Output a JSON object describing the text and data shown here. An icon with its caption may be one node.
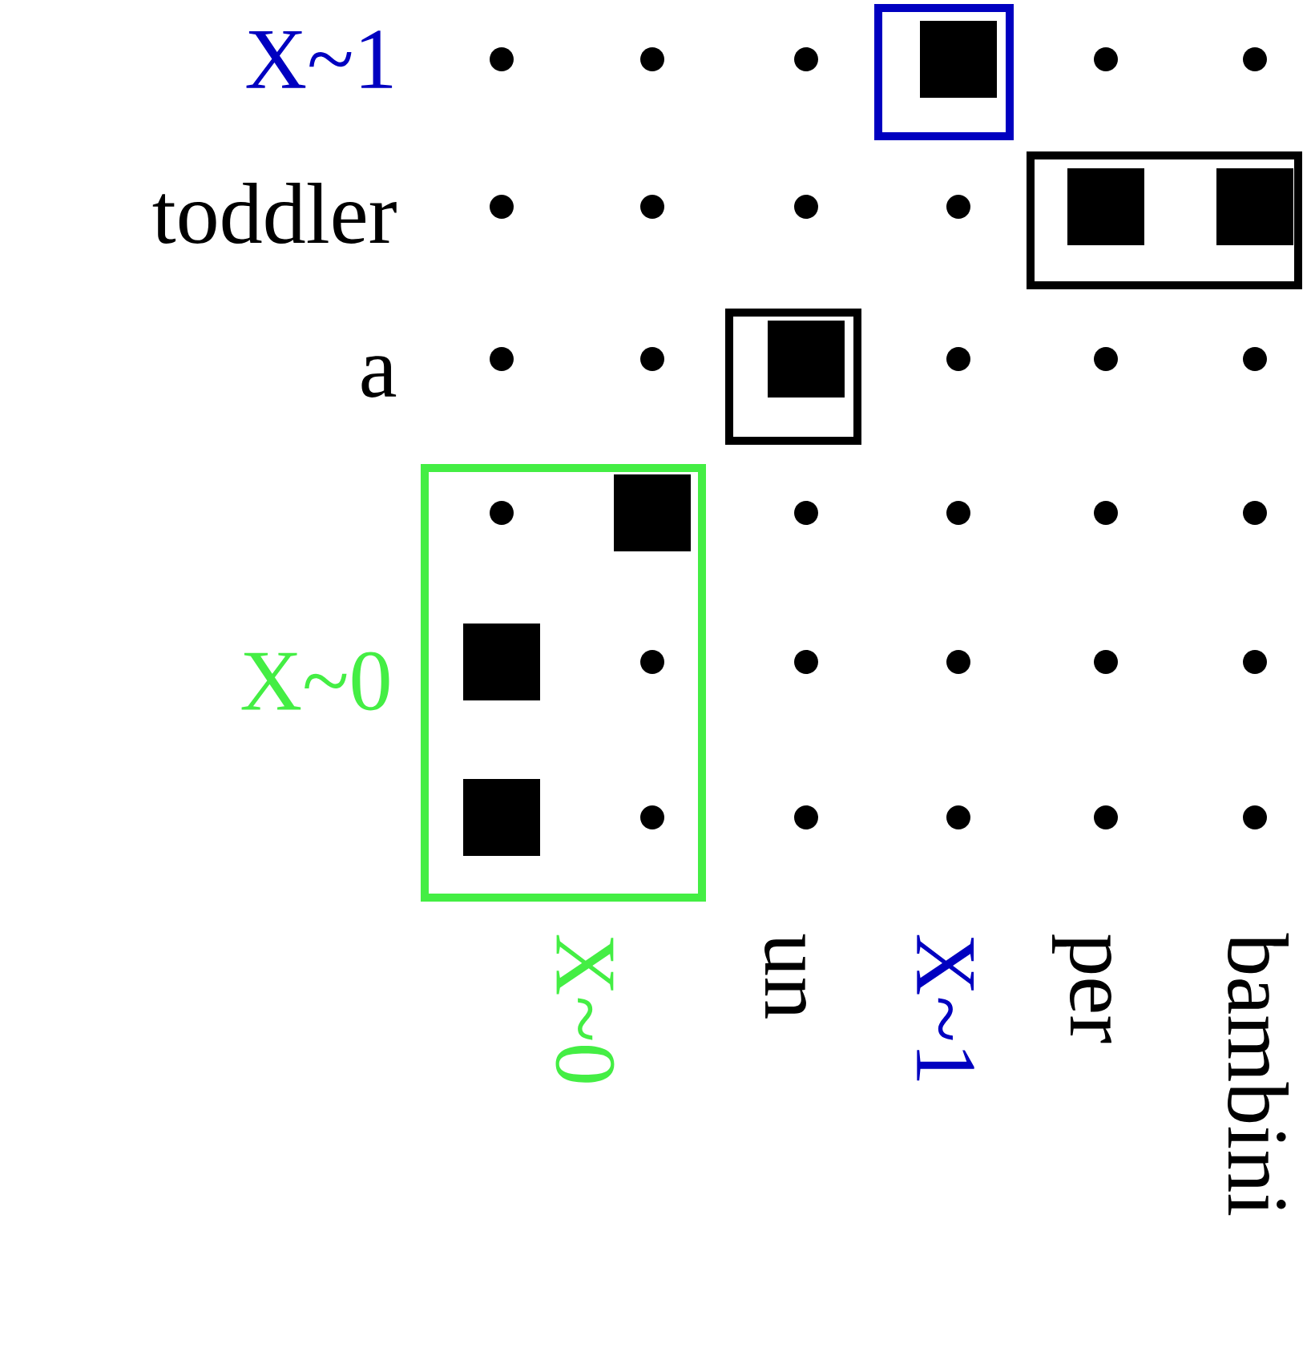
{
  "diagram": {
    "labels": [
      "X~1",
      "toddler",
      "a",
      "X~0",
      "X~0",
      "un",
      "X~1",
      "per",
      "bambini"
    ]
  }
}
